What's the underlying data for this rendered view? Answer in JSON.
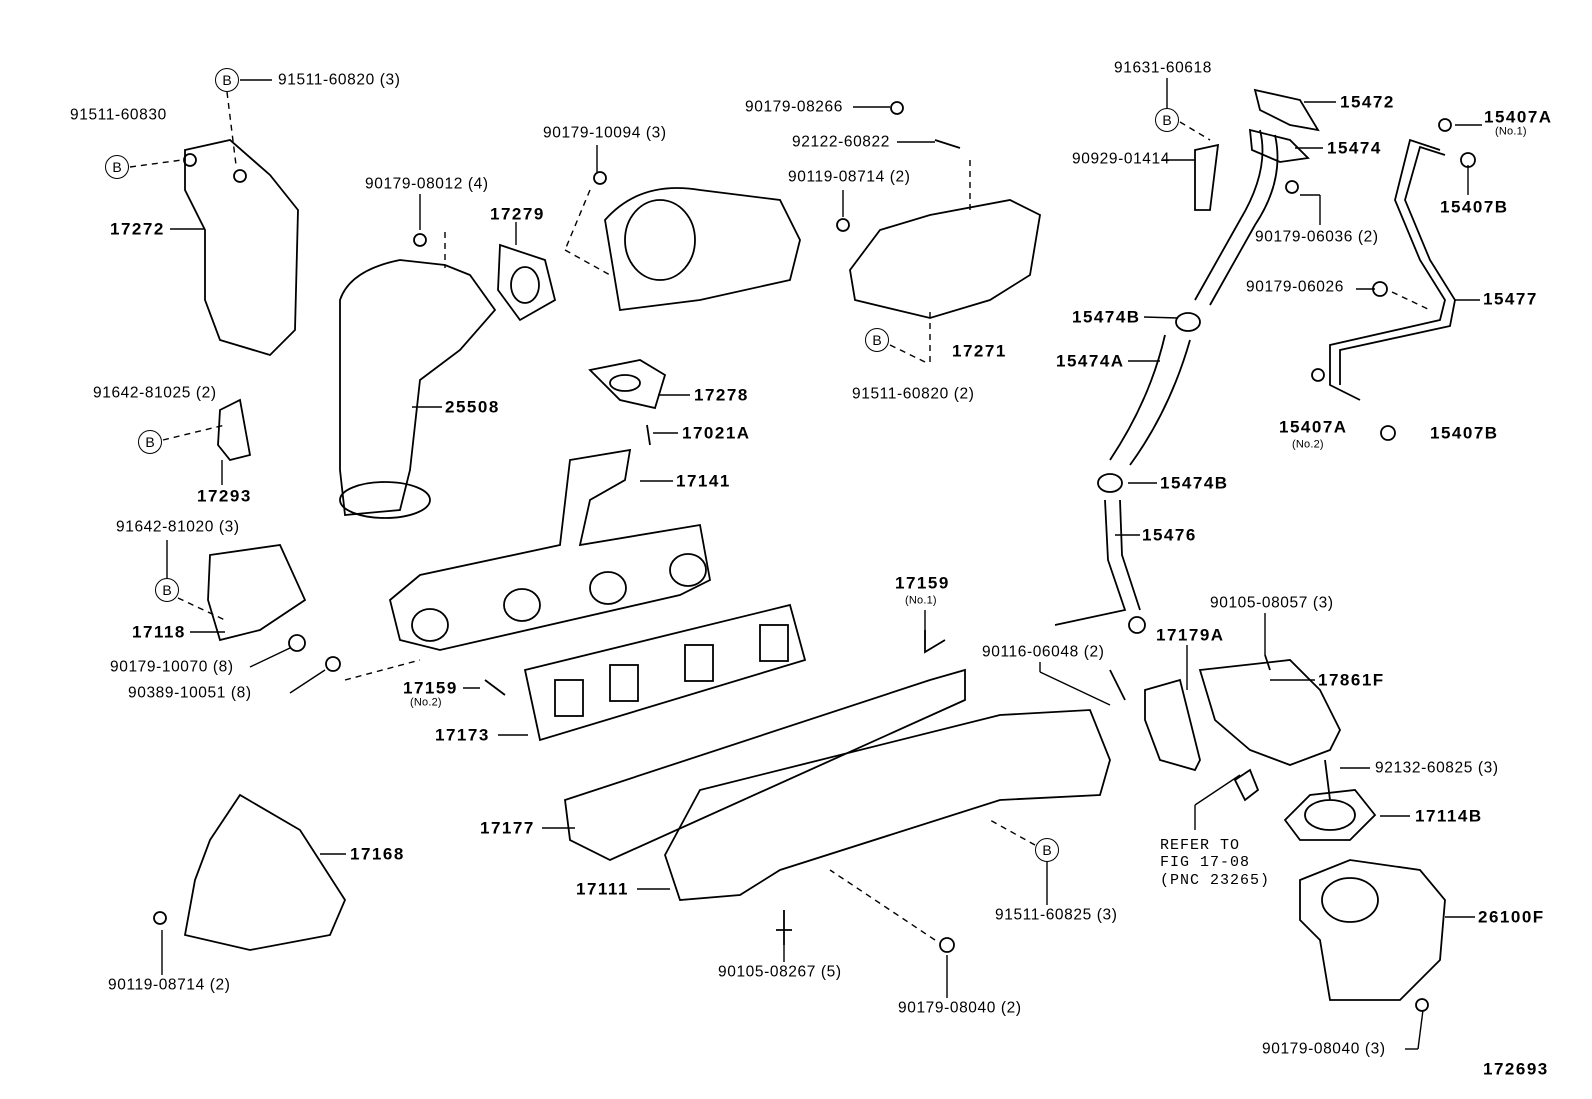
{
  "figure_number": "172693",
  "callout_letter": "B",
  "refer_note": {
    "line1": "REFER TO",
    "line2": "FIG 17-08",
    "line3": "(PNC 23265)"
  },
  "labels": [
    "91511-60820 (3)",
    "91511-60830",
    "17272",
    "90179-08012 (4)",
    "17279",
    "90179-10094 (3)",
    "90179-08266",
    "92122-60822",
    "90119-08714 (2)",
    "91631-60618",
    "15472",
    "90929-01414",
    "15474",
    "15407A",
    "15407B",
    "90179-06036 (2)",
    "90179-06026",
    "15477",
    "15474B",
    "15474A",
    "17271",
    "91511-60820 (2)",
    "25508",
    "17278",
    "91642-81025 (2)",
    "17293",
    "17021A",
    "15407A",
    "15407B",
    "17141",
    "15474B",
    "15476",
    "91642-81020 (3)",
    "17159",
    "90105-08057 (3)",
    "17179A",
    "17118",
    "90179-10070 (8)",
    "90116-06048 (2)",
    "17861F",
    "90389-10051 (8)",
    "17159",
    "17173",
    "92132-60825 (3)",
    "17177",
    "17114B",
    "17168",
    "17111",
    "26100F",
    "91511-60825 (3)",
    "90119-08714 (2)",
    "90105-08267 (5)",
    "90179-08040 (2)",
    "90179-08040 (3)"
  ],
  "sublabels": {
    "no1_a": "(No.1)",
    "no2_a": "(No.2)",
    "no1_b": "(No.1)",
    "no2_b": "(No.2)"
  }
}
